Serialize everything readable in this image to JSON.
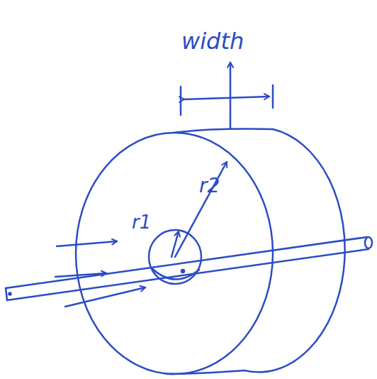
{
  "diagram": {
    "labels": [
      "width",
      "r1",
      "r2"
    ]
  }
}
